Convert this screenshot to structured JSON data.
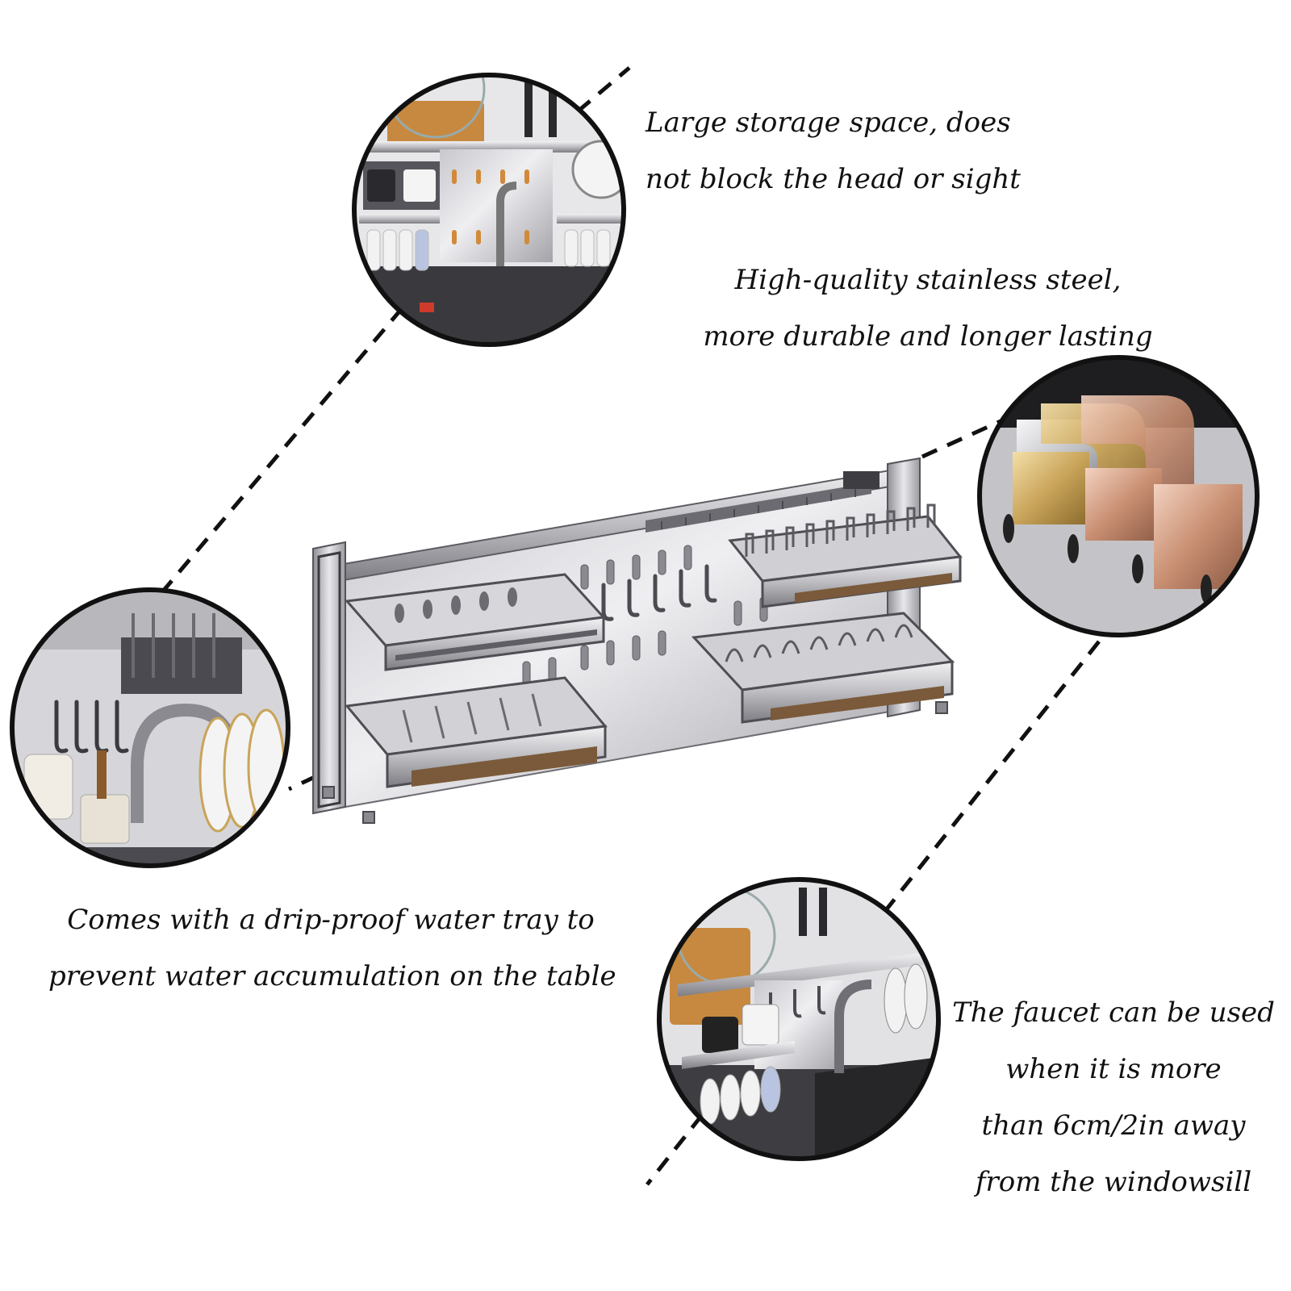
{
  "captions": {
    "storage": {
      "line1": "Large storage space, does",
      "line2": "not block the head or sight"
    },
    "steel": {
      "line1": "High-quality stainless steel,",
      "line2": "more durable and longer lasting"
    },
    "tray": {
      "line1": "Comes with a drip-proof water tray to",
      "line2": "prevent water accumulation on the table"
    },
    "faucet": {
      "line1": "The faucet can be used",
      "line2": "when it is more",
      "line3": "than 6cm/2in away",
      "line4": "from the windowsill"
    }
  },
  "colors": {
    "background": "#ffffff",
    "text": "#111111",
    "steel_light": "#d9d9dc",
    "steel_mid": "#a9a9ae",
    "steel_dark": "#5c5c62",
    "gold": "#c9a45a",
    "rose_gold": "#c98f72",
    "wood": "#c7893f"
  },
  "icons": {
    "main_product": "stainless-dish-rack-illustration",
    "callout_top": "kitchen-rack-with-knives-closeup",
    "callout_right": "metal-finish-samples-closeup",
    "callout_left": "rack-with-dishes-closeup",
    "callout_bottom": "rack-over-sink-closeup"
  }
}
